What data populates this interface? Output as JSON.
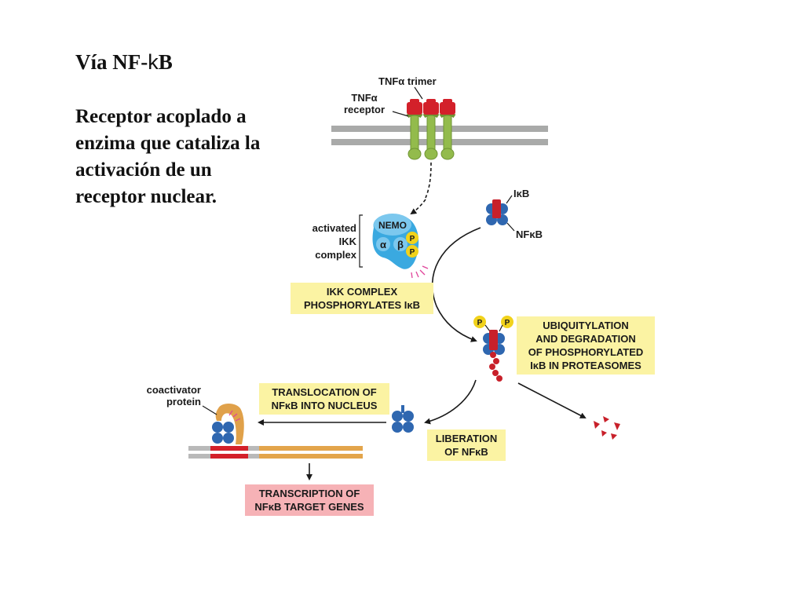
{
  "slide": {
    "title_prefix": "Vía NF-",
    "title_kappa": "k",
    "title_suffix": "B",
    "description_lines": [
      "Receptor acoplado a",
      "enzima que cataliza la",
      "activación de un",
      "receptor nuclear."
    ]
  },
  "diagram": {
    "labels": {
      "tnf_trimer": "TNFα trimer",
      "tnf_receptor_line1": "TNFα",
      "tnf_receptor_line2": "receptor",
      "ikb": "IκB",
      "nfkb": "NFκB",
      "activated_ikk_lines": [
        "activated",
        "IKK",
        "complex"
      ],
      "nemo": "NEMO",
      "alpha": "α",
      "beta": "β",
      "phospho": "P",
      "coactivator_lines": [
        "coactivator",
        "protein"
      ]
    },
    "boxes": {
      "ikk_phosphorylates": [
        "IKK COMPLEX",
        "PHOSPHORYLATES IκB"
      ],
      "ubiquitylation": [
        "UBIQUITYLATION",
        "AND DEGRADATION",
        "OF PHOSPHORYLATED",
        "IκB IN PROTEASOMES"
      ],
      "translocation": [
        "TRANSLOCATION OF",
        "NFκB INTO NUCLEUS"
      ],
      "liberation": [
        "LIBERATION",
        "OF NFκB"
      ],
      "transcription": [
        "TRANSCRIPTION OF",
        "NFκB TARGET GENES"
      ]
    },
    "colors": {
      "membrane": "#a9aaa9",
      "receptor": "#93bb4c",
      "tnf": "#d3202a",
      "ikb": "#c8202a",
      "nfkb": "#2f67b0",
      "ikk": "#3aa9e0",
      "phospho": "#f1d21b",
      "highlight_box": "#fbf3a3",
      "transcription_box": "#f6b2b6",
      "dna": "#e3a54b",
      "coactivator": "#e0a14a"
    }
  }
}
